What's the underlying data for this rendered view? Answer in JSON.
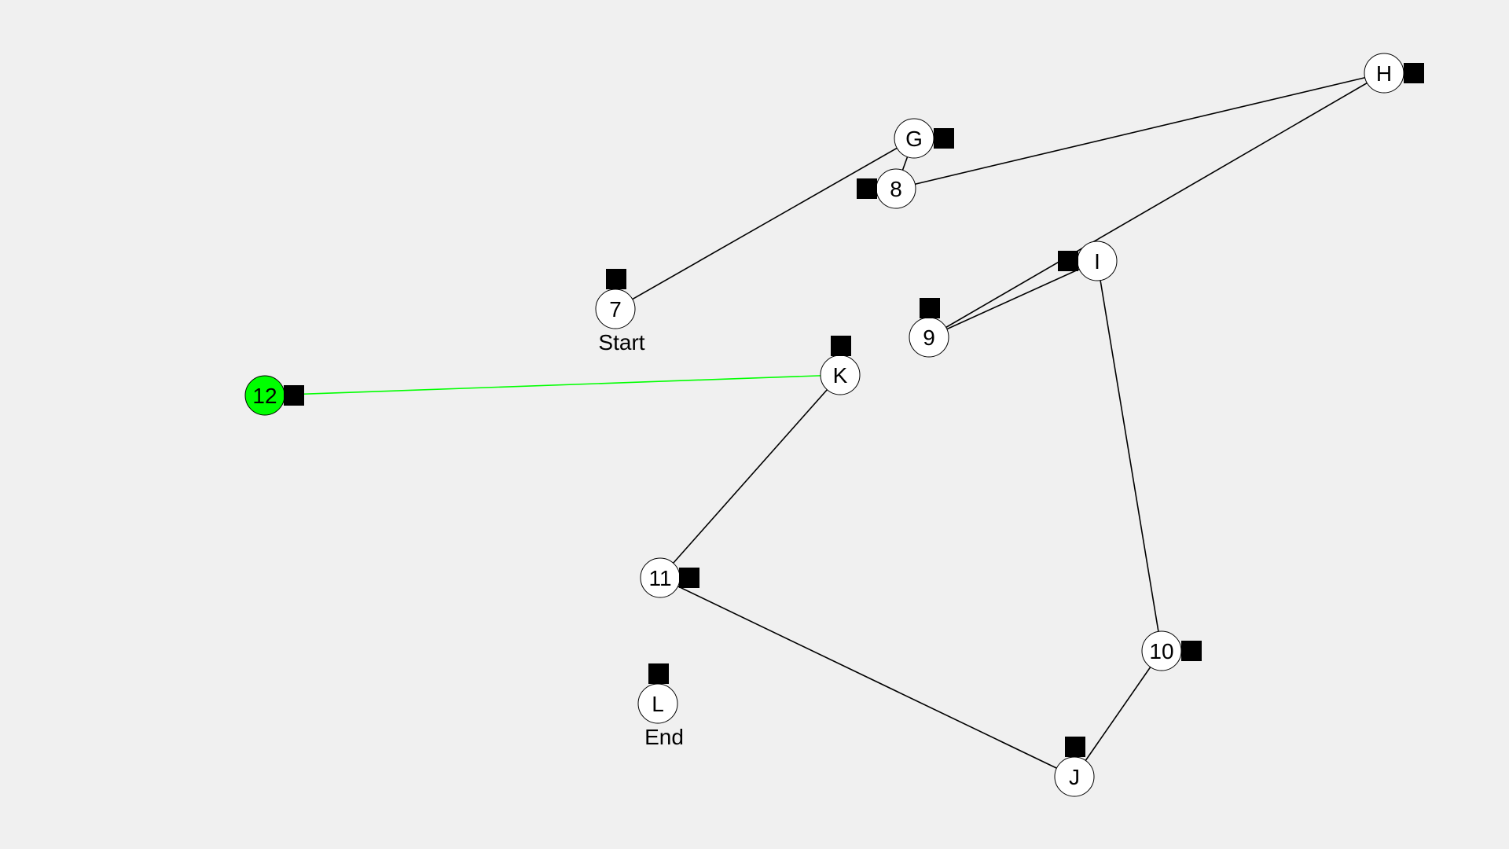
{
  "colors": {
    "background": "#f0f0f0",
    "edge": "#000000",
    "active_edge": "#00ff00",
    "node_fill": "#ffffff",
    "active_node_fill": "#00ff00",
    "node_stroke": "#000000",
    "marker": "#000000"
  },
  "nodes": [
    {
      "id": "7",
      "label": "7",
      "caption": "Start"
    },
    {
      "id": "G",
      "label": "G"
    },
    {
      "id": "8",
      "label": "8"
    },
    {
      "id": "H",
      "label": "H"
    },
    {
      "id": "I",
      "label": "I"
    },
    {
      "id": "9",
      "label": "9"
    },
    {
      "id": "K",
      "label": "K"
    },
    {
      "id": "12",
      "label": "12",
      "active": true
    },
    {
      "id": "11",
      "label": "11"
    },
    {
      "id": "10",
      "label": "10"
    },
    {
      "id": "J",
      "label": "J"
    },
    {
      "id": "L",
      "label": "L",
      "caption": "End"
    }
  ],
  "edges": [
    {
      "from": "7",
      "to": "G"
    },
    {
      "from": "G",
      "to": "8"
    },
    {
      "from": "8",
      "to": "H"
    },
    {
      "from": "H",
      "to": "9"
    },
    {
      "from": "9",
      "to": "I"
    },
    {
      "from": "I",
      "to": "10"
    },
    {
      "from": "10",
      "to": "J"
    },
    {
      "from": "J",
      "to": "11"
    },
    {
      "from": "11",
      "to": "K"
    },
    {
      "from": "K",
      "to": "12",
      "active": true
    }
  ]
}
